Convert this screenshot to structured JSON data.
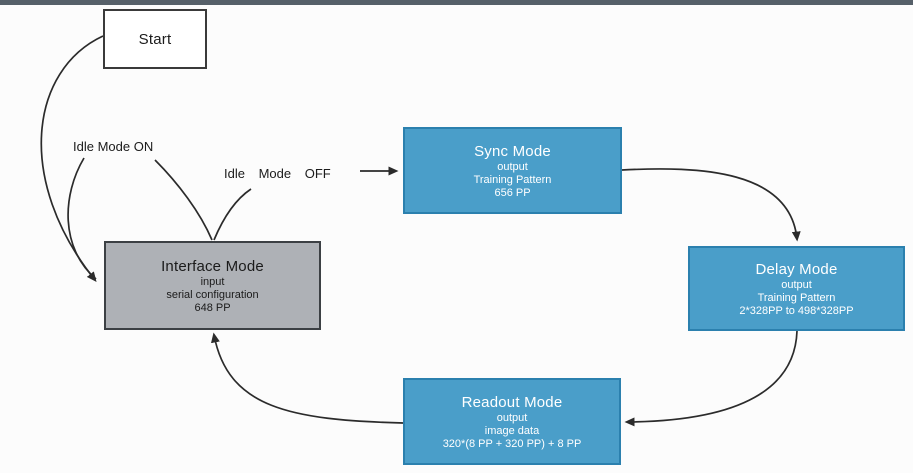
{
  "page": {
    "background": "#fcfcfc",
    "top_bar_color": "#566069"
  },
  "colors": {
    "blue_fill": "#4a9ec9",
    "blue_border": "#2b80ae",
    "gray_fill": "#aeb1b6",
    "gray_border": "#3c4044",
    "start_fill": "#ffffff",
    "box_border_dark": "#3a3a3a",
    "arrow": "#2b2b2b",
    "text_on_blue": "#ffffff",
    "text_dark": "#1b1b1b"
  },
  "nodes": {
    "start": {
      "title": "Start"
    },
    "sync": {
      "title": "Sync Mode",
      "lines": [
        "output",
        "Training Pattern",
        "656 PP"
      ]
    },
    "interface": {
      "title": "Interface Mode",
      "lines": [
        "input",
        "serial configuration",
        "648 PP"
      ]
    },
    "delay": {
      "title": "Delay Mode",
      "lines": [
        "output",
        "Training Pattern",
        "2*328PP to 498*328PP"
      ]
    },
    "readout": {
      "title": "Readout Mode",
      "lines": [
        "output",
        "image data",
        "320*(8 PP + 320 PP) + 8 PP"
      ]
    }
  },
  "edges": {
    "idle_on_label": "Idle Mode ON",
    "idle_off_label": "Idle Mode OFF"
  }
}
